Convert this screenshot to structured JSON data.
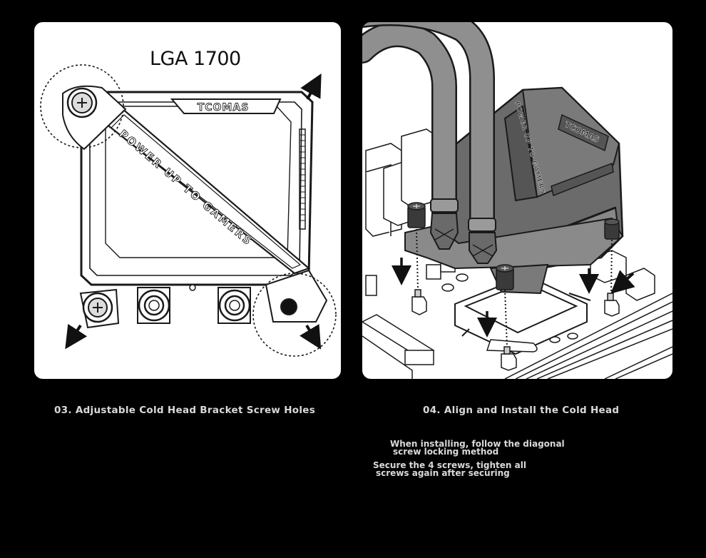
{
  "left_panel": {
    "socket_label": "LGA 1700",
    "brand_label": "TCOMAS",
    "strap_label": "POWER UP TO GAMERS",
    "caption": "03. Adjustable Cold Head Bracket Screw Holes"
  },
  "right_panel": {
    "brand_label": "TCOMAS",
    "strap_label": "POWER UP TO GAMERS",
    "caption": "04. Align and Install the Cold Head"
  },
  "notes": [
    {
      "line1": "When installing, follow the diagonal",
      "line2": "screw locking method"
    },
    {
      "line1": "Secure the 4 screws, tighten all",
      "line2": "screws again after securing"
    }
  ],
  "colors": {
    "background": "#000000",
    "panel": "#ffffff",
    "text": "#d9d9d9",
    "line_art": "#1a1a1a"
  }
}
